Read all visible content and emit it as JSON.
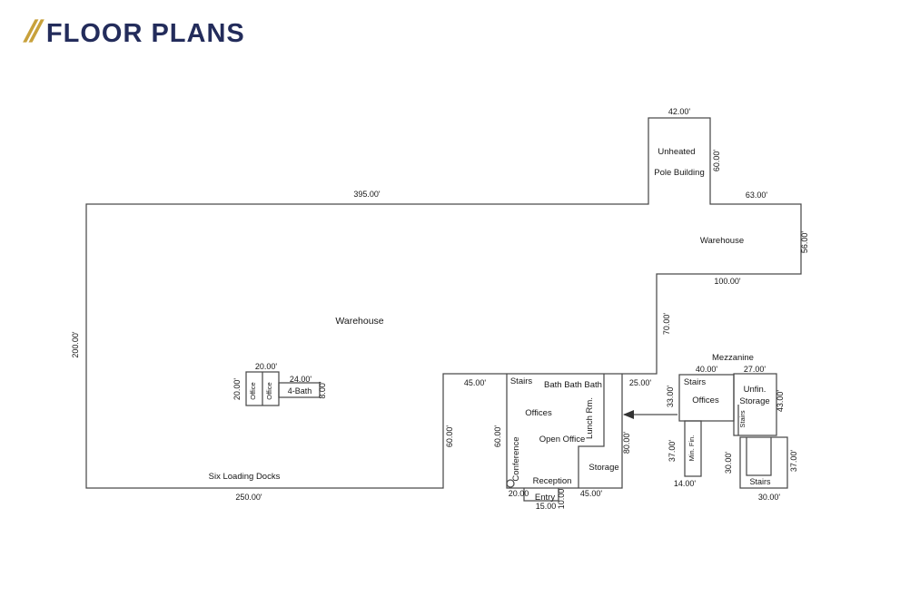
{
  "header": {
    "slashes": "//",
    "title": "FLOOR PLANS",
    "accent_color": "#C8A13B",
    "title_color": "#232C5B"
  },
  "plan": {
    "labels": {
      "dim_42": "42.00'",
      "unheated": "Unheated",
      "pole_building": "Pole Building",
      "dim_60_pole": "60.00'",
      "dim_395": "395.00'",
      "dim_63": "63.00'",
      "warehouse_right": "Warehouse",
      "dim_56": "56.00'",
      "dim_100": "100.00'",
      "dim_70": "70.00'",
      "dim_200": "200.00'",
      "warehouse_main": "Warehouse",
      "dim_20_top": "20.00'",
      "dim_20_left": "20.00'",
      "office_a": "Office",
      "office_b": "Office",
      "dim_24": "24.00'",
      "four_bath": "4-Bath",
      "dim_8": "8.00'",
      "dim_45_top": "45.00'",
      "dim_60_a": "60.00'",
      "dim_60_b": "60.00'",
      "stairs_office": "Stairs",
      "baths": "Bath Bath Bath",
      "offices_office": "Offices",
      "lunch_rm": "Lunch Rm.",
      "open_office": "Open Office",
      "conference": "Conference",
      "reception": "Reception",
      "storage_main": "Storage",
      "six_loading_docks": "Six Loading Docks",
      "dim_250": "250.00'",
      "dim_20_entry": "20.00",
      "entry": "Entry",
      "dim_10": "10.00",
      "dim_15": "15.00",
      "dim_45_bottom": "45.00'",
      "dim_80": "80.00'",
      "dim_25": "25.00'",
      "mezzanine": "Mezzanine",
      "dim_40": "40.00'",
      "dim_27": "27.00'",
      "mezz_stairs": "Stairs",
      "mezz_offices": "Offices",
      "dim_33": "33.00'",
      "unfin_line1": "Unfin.",
      "unfin_line2": "Storage",
      "unfin_stairs": "Stairs",
      "dim_43": "43.00'",
      "min_fin": "Min. Fin.",
      "dim_37_left": "37.00'",
      "dim_14": "14.00'",
      "dim_30_inner": "30.00'",
      "dim_37_right": "37.00'",
      "stairs_br": "Stairs",
      "dim_30_bottom": "30.00'"
    }
  }
}
